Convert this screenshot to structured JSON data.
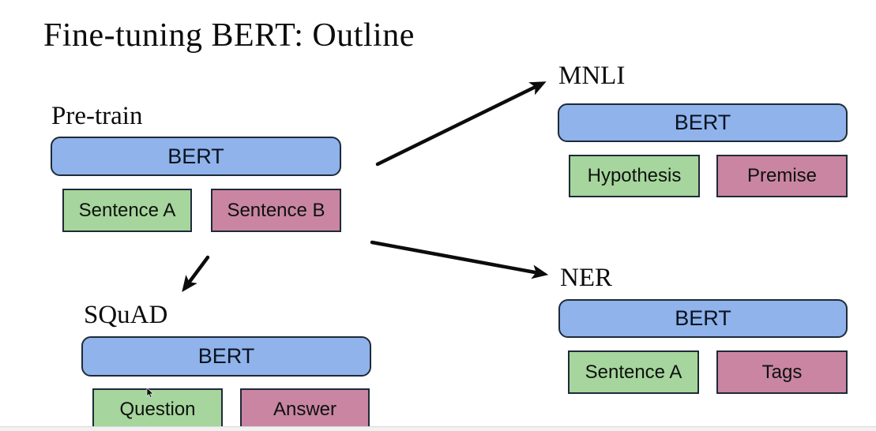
{
  "title": "Fine-tuning BERT: Outline",
  "colors": {
    "bert_blue": "#8fb3ea",
    "input_green": "#a6d59d",
    "input_pink": "#ca85a3",
    "outline_dark": "#1f2a38",
    "bottom_bar": "#f1f1f1"
  },
  "sections": {
    "pretrain": {
      "label": "Pre-train",
      "model": "BERT",
      "inputs": [
        "Sentence A",
        "Sentence B"
      ]
    },
    "mnli": {
      "label": "MNLI",
      "model": "BERT",
      "inputs": [
        "Hypothesis",
        "Premise"
      ]
    },
    "ner": {
      "label": "NER",
      "model": "BERT",
      "inputs": [
        "Sentence A",
        "Tags"
      ]
    },
    "squad": {
      "label": "SQuAD",
      "model": "BERT",
      "inputs": [
        "Question",
        "Answer"
      ]
    }
  },
  "arrows": [
    {
      "from": "pretrain",
      "to": "mnli"
    },
    {
      "from": "pretrain",
      "to": "ner"
    },
    {
      "from": "pretrain",
      "to": "squad"
    }
  ],
  "cursor": {
    "name": "mouse-pointer-icon"
  }
}
